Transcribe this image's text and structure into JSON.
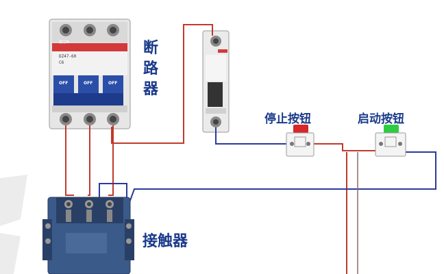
{
  "labels": {
    "circuit_breaker": [
      "断",
      "路",
      "器"
    ],
    "stop_button": "停止按钮",
    "start_button": "启动按钮",
    "contactor": "接触器"
  },
  "breaker_markings": {
    "brand": "德力西",
    "model": "DZ47-60",
    "rating": "C6",
    "switch_text": "OFF"
  },
  "colors": {
    "label_text": "#1a3a8a",
    "wire_red": "#c0392b",
    "wire_blue": "#2b3a9a",
    "stop_button": "#d62828",
    "start_button": "#2ecc40",
    "device_body": "#eeeeee",
    "contactor_body": "#3a5a8a",
    "breaker_stripe": "#d23a3a"
  }
}
